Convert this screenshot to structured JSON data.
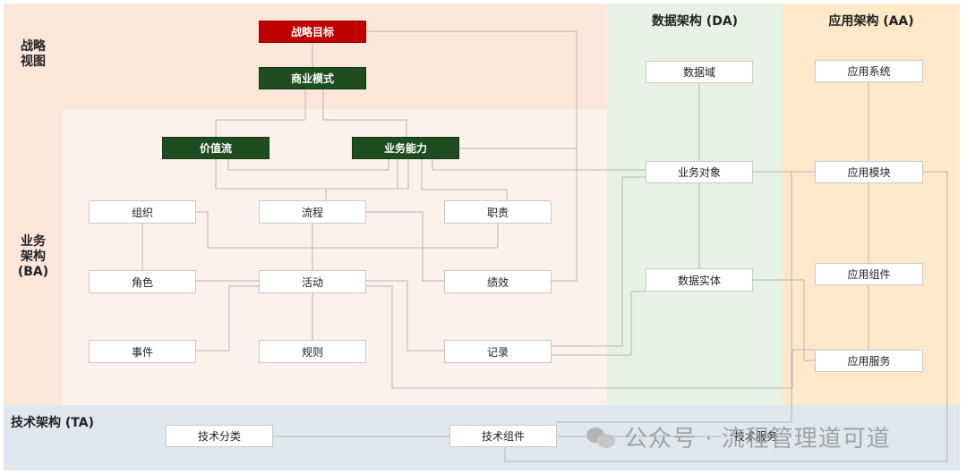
{
  "regions": {
    "strategy": "战略\n视图",
    "business": "业务\n架构\n(BA)",
    "data": "数据架构 (DA)",
    "application": "应用架构 (AA)",
    "technology": "技术架构 (TA)"
  },
  "nodes": {
    "strategic_goal": "战略目标",
    "business_model": "商业模式",
    "value_stream": "价值流",
    "capability": "业务能力",
    "organization": "组织",
    "process": "流程",
    "responsibility": "职责",
    "role": "角色",
    "activity": "活动",
    "performance": "绩效",
    "event": "事件",
    "rule": "规则",
    "record": "记录",
    "data_domain": "数据域",
    "business_object": "业务对象",
    "data_entity": "数据实体",
    "app_system": "应用系统",
    "app_module": "应用模块",
    "app_component": "应用组件",
    "app_service": "应用服务",
    "tech_category": "技术分类",
    "tech_component": "技术组件",
    "tech_service": "技术服务"
  },
  "watermark": "公众号 · 流程管理道可道",
  "colors": {
    "strategy_bg": "#fbe6da",
    "business_bg": "#fdf1ec",
    "label_column_bg": "#fbe6da",
    "data_bg": "#e6f2e3",
    "application_bg": "#fde9c9",
    "technology_bg": "#dfe8ee",
    "strategic_goal": "#c00000",
    "business_node": "#1e4d20",
    "connector": "#b5b5b5"
  }
}
